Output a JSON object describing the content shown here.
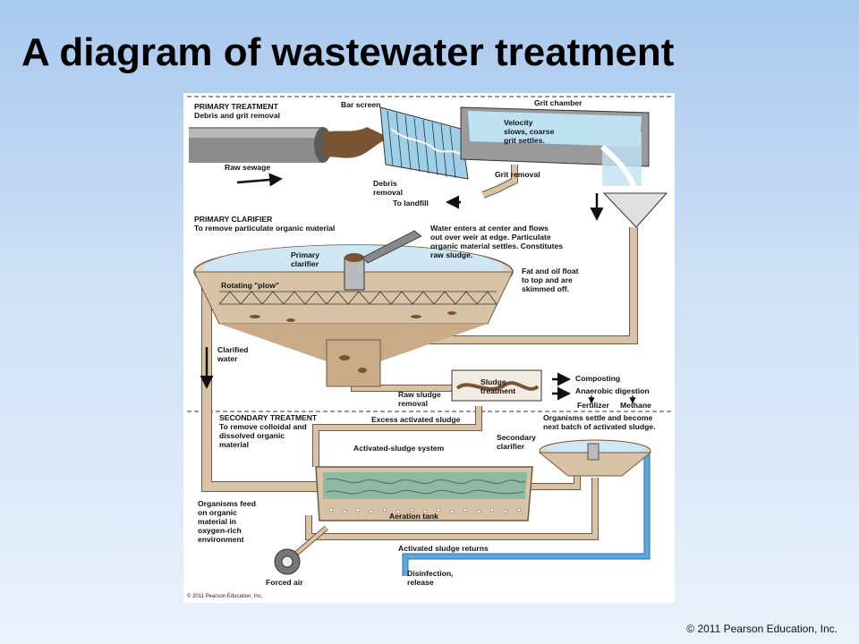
{
  "title": "A diagram of wastewater treatment",
  "copyright": "© 2011 Pearson Education, Inc.",
  "diagram": {
    "sections": {
      "primary_treatment": [
        "PRIMARY TREATMENT",
        "Debris and grit removal"
      ],
      "primary_clarifier": [
        "PRIMARY CLARIFIER",
        "To remove particulate organic material"
      ],
      "secondary_treatment": [
        "SECONDARY TREATMENT",
        "To remove colloidal and",
        "dissolved organic",
        "material"
      ]
    },
    "labels": {
      "bar_screen": "Bar screen",
      "grit_chamber": "Grit chamber",
      "velocity": [
        "Velocity",
        "slows, coarse",
        "grit settles."
      ],
      "raw_sewage": "Raw sewage",
      "debris_removal": [
        "Debris",
        "removal"
      ],
      "grit_removal": "Grit removal",
      "to_landfill": "To landfill",
      "water_enters": [
        "Water enters at center and flows",
        "out over weir at edge.  Particulate",
        "organic material settles.  Constitutes",
        "raw sludge."
      ],
      "primary_clarifier_tank": [
        "Primary",
        "clarifier"
      ],
      "rotating_plow": "Rotating \"plow\"",
      "fat_oil": [
        "Fat and oil float",
        "to top and are",
        "skimmed off."
      ],
      "clarified_water": [
        "Clarified",
        "water"
      ],
      "sludge_treatment": [
        "Sludge",
        "treatment"
      ],
      "raw_sludge_removal": [
        "Raw sludge",
        "removal"
      ],
      "composting": "Composting",
      "anaerobic_digestion": "Anaerobic digestion",
      "fertilizer": "Fertilizer",
      "methane": "Methane",
      "excess_activated_sludge": "Excess activated sludge",
      "organisms_settle": [
        "Organisms settle and become",
        "next batch of activated sludge."
      ],
      "secondary_clarifier": [
        "Secondary",
        "clarifier"
      ],
      "activated_sludge_system": "Activated-sludge system",
      "organisms_feed": [
        "Organisms feed",
        "on organic",
        "material in",
        "oxygen-rich",
        "environment"
      ],
      "aeration_tank": "Aeration tank",
      "activated_sludge_returns": "Activated sludge returns",
      "forced_air": "Forced air",
      "disinfection": [
        "Disinfection,",
        "release"
      ],
      "inner_copyright": "© 2011 Pearson Education, Inc."
    },
    "colors": {
      "pipe_fill": "#d9c3a6",
      "pipe_stroke": "#6e5a45",
      "water_blue": "#a7d3ea",
      "sewage_brown": "#7a5432",
      "disinfect_blue": "#3a8fd0",
      "aeration_green": "#8fb9a3"
    }
  }
}
